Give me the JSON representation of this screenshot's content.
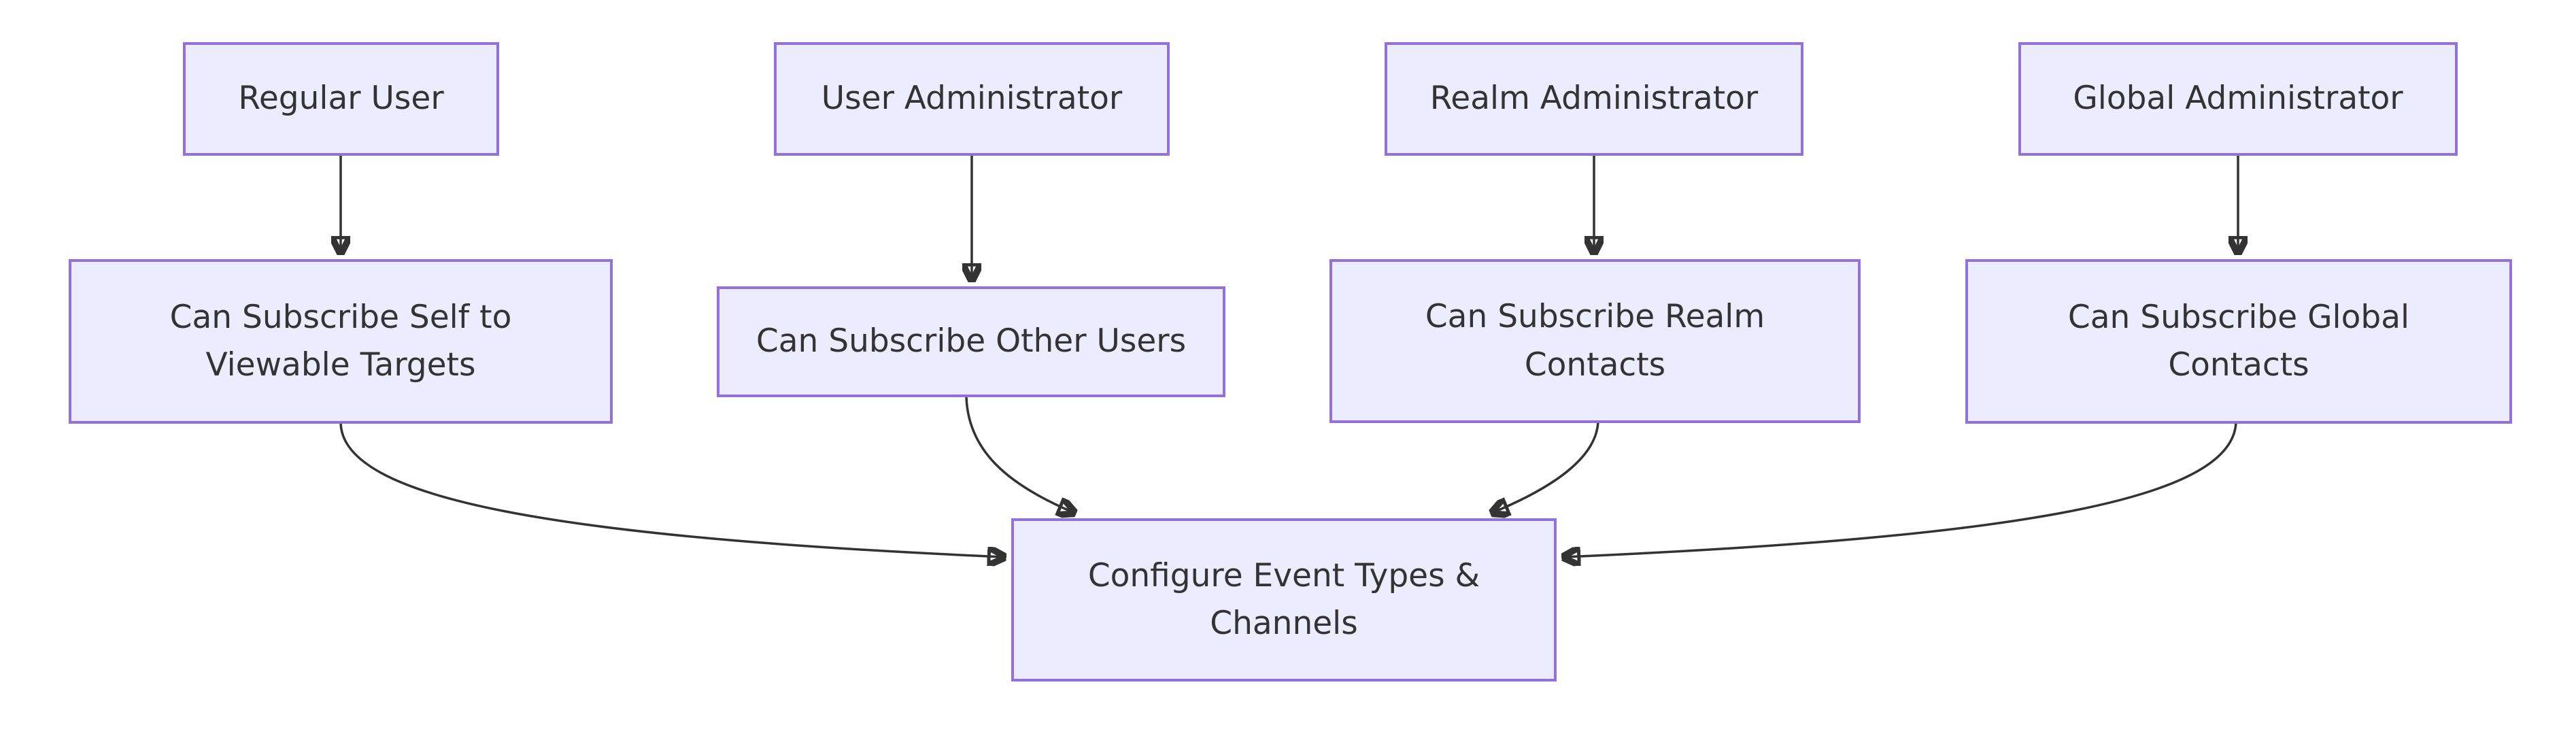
{
  "diagram": {
    "type": "flowchart",
    "direction": "top-down",
    "background": "#ffffff",
    "colors": {
      "node_fill": "#ECECFF",
      "node_border": "#9370DB",
      "text": "#333333",
      "edge": "#333333"
    },
    "nodes": [
      {
        "id": "regular-user",
        "label": "Regular User"
      },
      {
        "id": "user-admin",
        "label": "User Administrator"
      },
      {
        "id": "realm-admin",
        "label": "Realm Administrator"
      },
      {
        "id": "global-admin",
        "label": "Global Administrator"
      },
      {
        "id": "subscribe-self",
        "label": "Can Subscribe Self to\nViewable Targets"
      },
      {
        "id": "subscribe-other",
        "label": "Can Subscribe Other Users"
      },
      {
        "id": "subscribe-realm",
        "label": "Can Subscribe Realm\nContacts"
      },
      {
        "id": "subscribe-global",
        "label": "Can Subscribe Global\nContacts"
      },
      {
        "id": "configure",
        "label": "Configure Event Types &\nChannels"
      }
    ],
    "edges": [
      {
        "from": "Regular User",
        "to": "Can Subscribe Self to Viewable Targets"
      },
      {
        "from": "User Administrator",
        "to": "Can Subscribe Other Users"
      },
      {
        "from": "Realm Administrator",
        "to": "Can Subscribe Realm Contacts"
      },
      {
        "from": "Global Administrator",
        "to": "Can Subscribe Global Contacts"
      },
      {
        "from": "Can Subscribe Self to Viewable Targets",
        "to": "Configure Event Types & Channels"
      },
      {
        "from": "Can Subscribe Other Users",
        "to": "Configure Event Types & Channels"
      },
      {
        "from": "Can Subscribe Realm Contacts",
        "to": "Configure Event Types & Channels"
      },
      {
        "from": "Can Subscribe Global Contacts",
        "to": "Configure Event Types & Channels"
      }
    ]
  }
}
